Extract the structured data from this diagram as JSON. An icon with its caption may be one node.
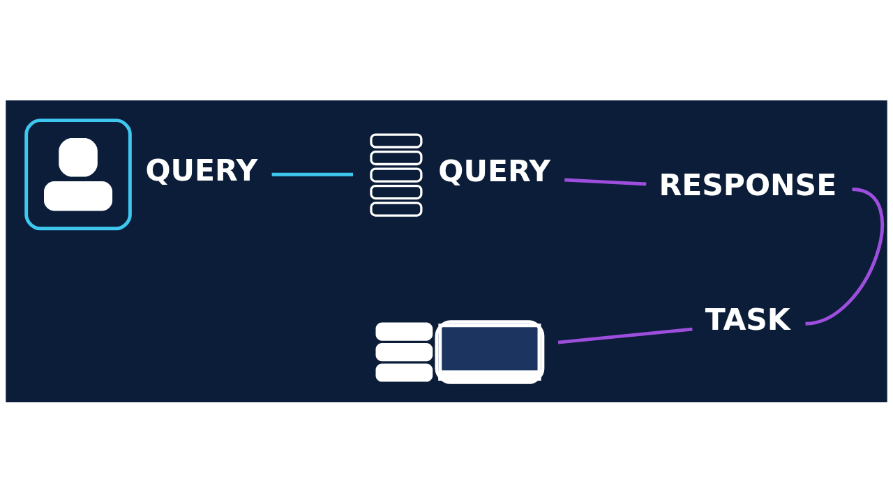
{
  "diagram": {
    "nodes": [
      {
        "text": [],
        "shape": "person",
        "beside": [
          "QUERY"
        ]
      },
      {
        "text": [],
        "shape": "cylinder",
        "beside": [
          "QUERY"
        ]
      },
      {
        "text": [
          "RESPONSE"
        ]
      },
      {
        "text": [
          "TASK"
        ]
      },
      {
        "text": [],
        "shape": "picture"
      }
    ],
    "edges": [
      {
        "from": 0,
        "to": 1,
        "arrow": "none",
        "color": "#3ec8f0"
      },
      {
        "from": 1,
        "to": 2,
        "arrow": "none"
      },
      {
        "from": 2,
        "to": 3,
        "arrow": "none"
      },
      {
        "from": 3,
        "to": 4,
        "arrow": "none"
      }
    ]
  }
}
